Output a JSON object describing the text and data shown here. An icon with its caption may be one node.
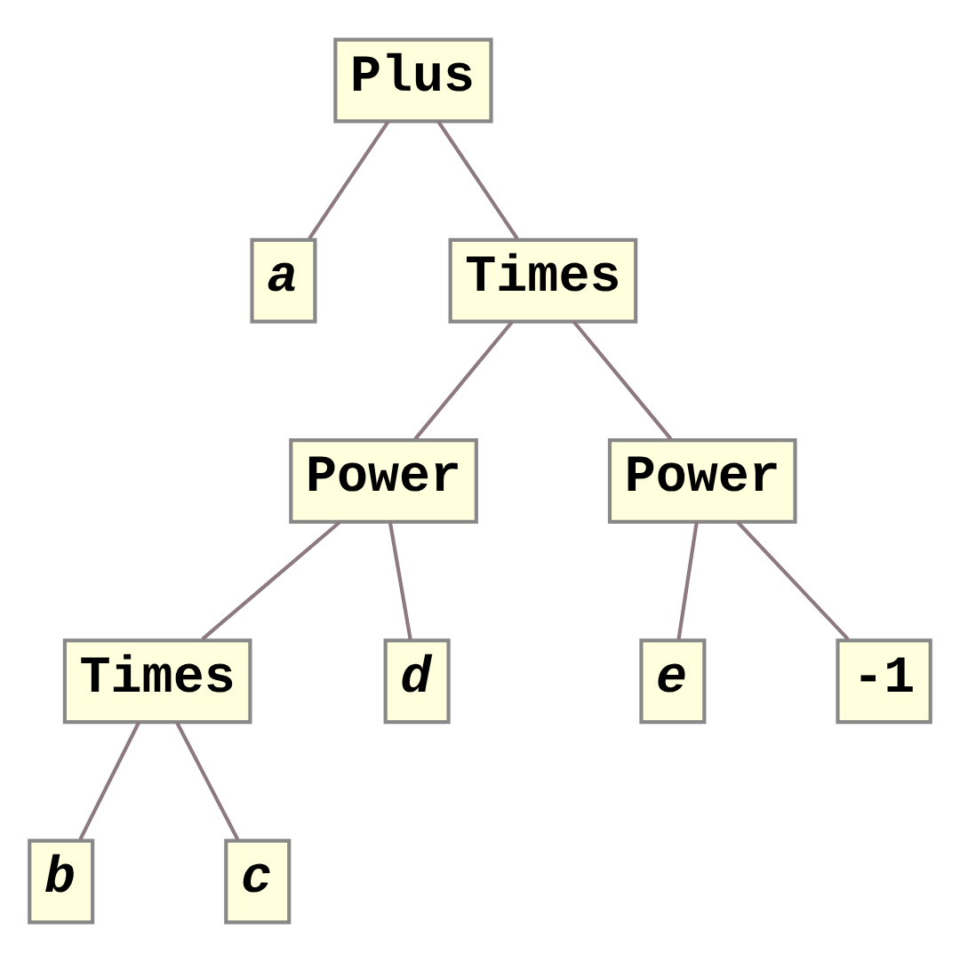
{
  "diagram": {
    "nodes": [
      {
        "text": [
          "Plus"
        ]
      },
      {
        "text": [
          "a"
        ]
      },
      {
        "text": [
          "Times"
        ]
      },
      {
        "text": [
          "Power"
        ]
      },
      {
        "text": [
          "Power"
        ]
      },
      {
        "text": [
          "Times"
        ]
      },
      {
        "text": [
          "d"
        ]
      },
      {
        "text": [
          "e"
        ]
      },
      {
        "text": [
          "-1"
        ]
      },
      {
        "text": [
          "b"
        ]
      },
      {
        "text": [
          "c"
        ]
      }
    ],
    "edges": [
      {
        "from": 0,
        "to": 1,
        "arrow": "none"
      },
      {
        "from": 0,
        "to": 2,
        "arrow": "none"
      },
      {
        "from": 2,
        "to": 3,
        "arrow": "none"
      },
      {
        "from": 2,
        "to": 4,
        "arrow": "none"
      },
      {
        "from": 3,
        "to": 5,
        "arrow": "none"
      },
      {
        "from": 3,
        "to": 6,
        "arrow": "none"
      },
      {
        "from": 4,
        "to": 7,
        "arrow": "none"
      },
      {
        "from": 4,
        "to": 8,
        "arrow": "none"
      },
      {
        "from": 5,
        "to": 9,
        "arrow": "none"
      },
      {
        "from": 5,
        "to": 10,
        "arrow": "none"
      }
    ]
  }
}
